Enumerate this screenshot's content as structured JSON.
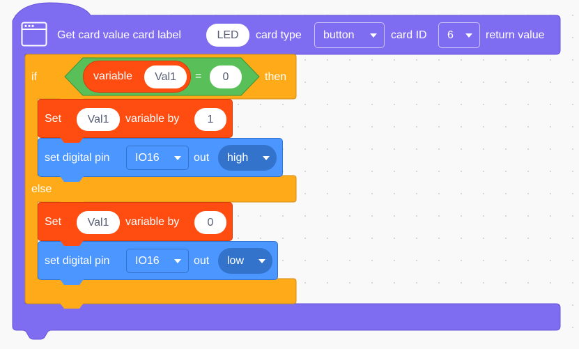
{
  "hat": {
    "prefix": "Get card value card label",
    "card_label_value": "LED",
    "card_type_label": "card type",
    "card_type_value": "button",
    "card_id_label": "card ID",
    "card_id_value": "6",
    "suffix": "return value"
  },
  "if_block": {
    "if_label": "if",
    "then_label": "then",
    "else_label": "else",
    "condition": {
      "variable_label": "variable",
      "variable_name": "Val1",
      "operator": "=",
      "value": "0"
    }
  },
  "then_branch": {
    "set": {
      "label": "Set",
      "variable": "Val1",
      "by_label": "variable by",
      "value": "1"
    },
    "pin": {
      "label": "set digital pin",
      "pin": "IO16",
      "out_label": "out",
      "level": "high"
    }
  },
  "else_branch": {
    "set": {
      "label": "Set",
      "variable": "Val1",
      "by_label": "variable by",
      "value": "0"
    },
    "pin": {
      "label": "set digital pin",
      "pin": "IO16",
      "out_label": "out",
      "level": "low"
    }
  },
  "colors": {
    "hat": "#7e6cf1",
    "control": "#ffab19",
    "operator": "#59c059",
    "variable": "#ff4d11",
    "pin": "#4c97ff"
  }
}
